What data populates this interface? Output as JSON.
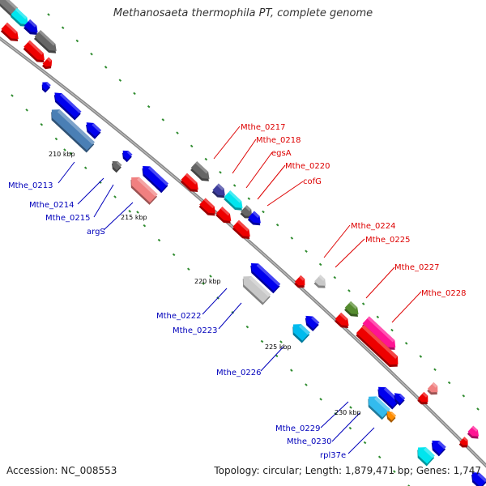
{
  "title": "Methanosaeta thermophila PT, complete genome",
  "footer": {
    "accession": "Accession: NC_008553",
    "summary": "Topology: circular; Length: 1,879,471 bp; Genes: 1,747"
  },
  "colors": {
    "backbone": "#8a8a8a",
    "ticks": "#2e8b2e",
    "label_forward": "#dd0000",
    "label_reverse": "#0000bb"
  },
  "ruler": [
    "210 kbp",
    "215 kbp",
    "220 kbp",
    "225 kbp",
    "230 kbp"
  ],
  "labels_forward": [
    "Mthe_0217",
    "Mthe_0218",
    "egsA",
    "Mthe_0220",
    "cofG",
    "Mthe_0224",
    "Mthe_0225",
    "Mthe_0227",
    "Mthe_0228"
  ],
  "labels_reverse": [
    "Mthe_0213",
    "Mthe_0214",
    "Mthe_0215",
    "argS",
    "Mthe_0222",
    "Mthe_0223",
    "Mthe_0226",
    "Mthe_0229",
    "Mthe_0230",
    "rpl37e"
  ]
}
